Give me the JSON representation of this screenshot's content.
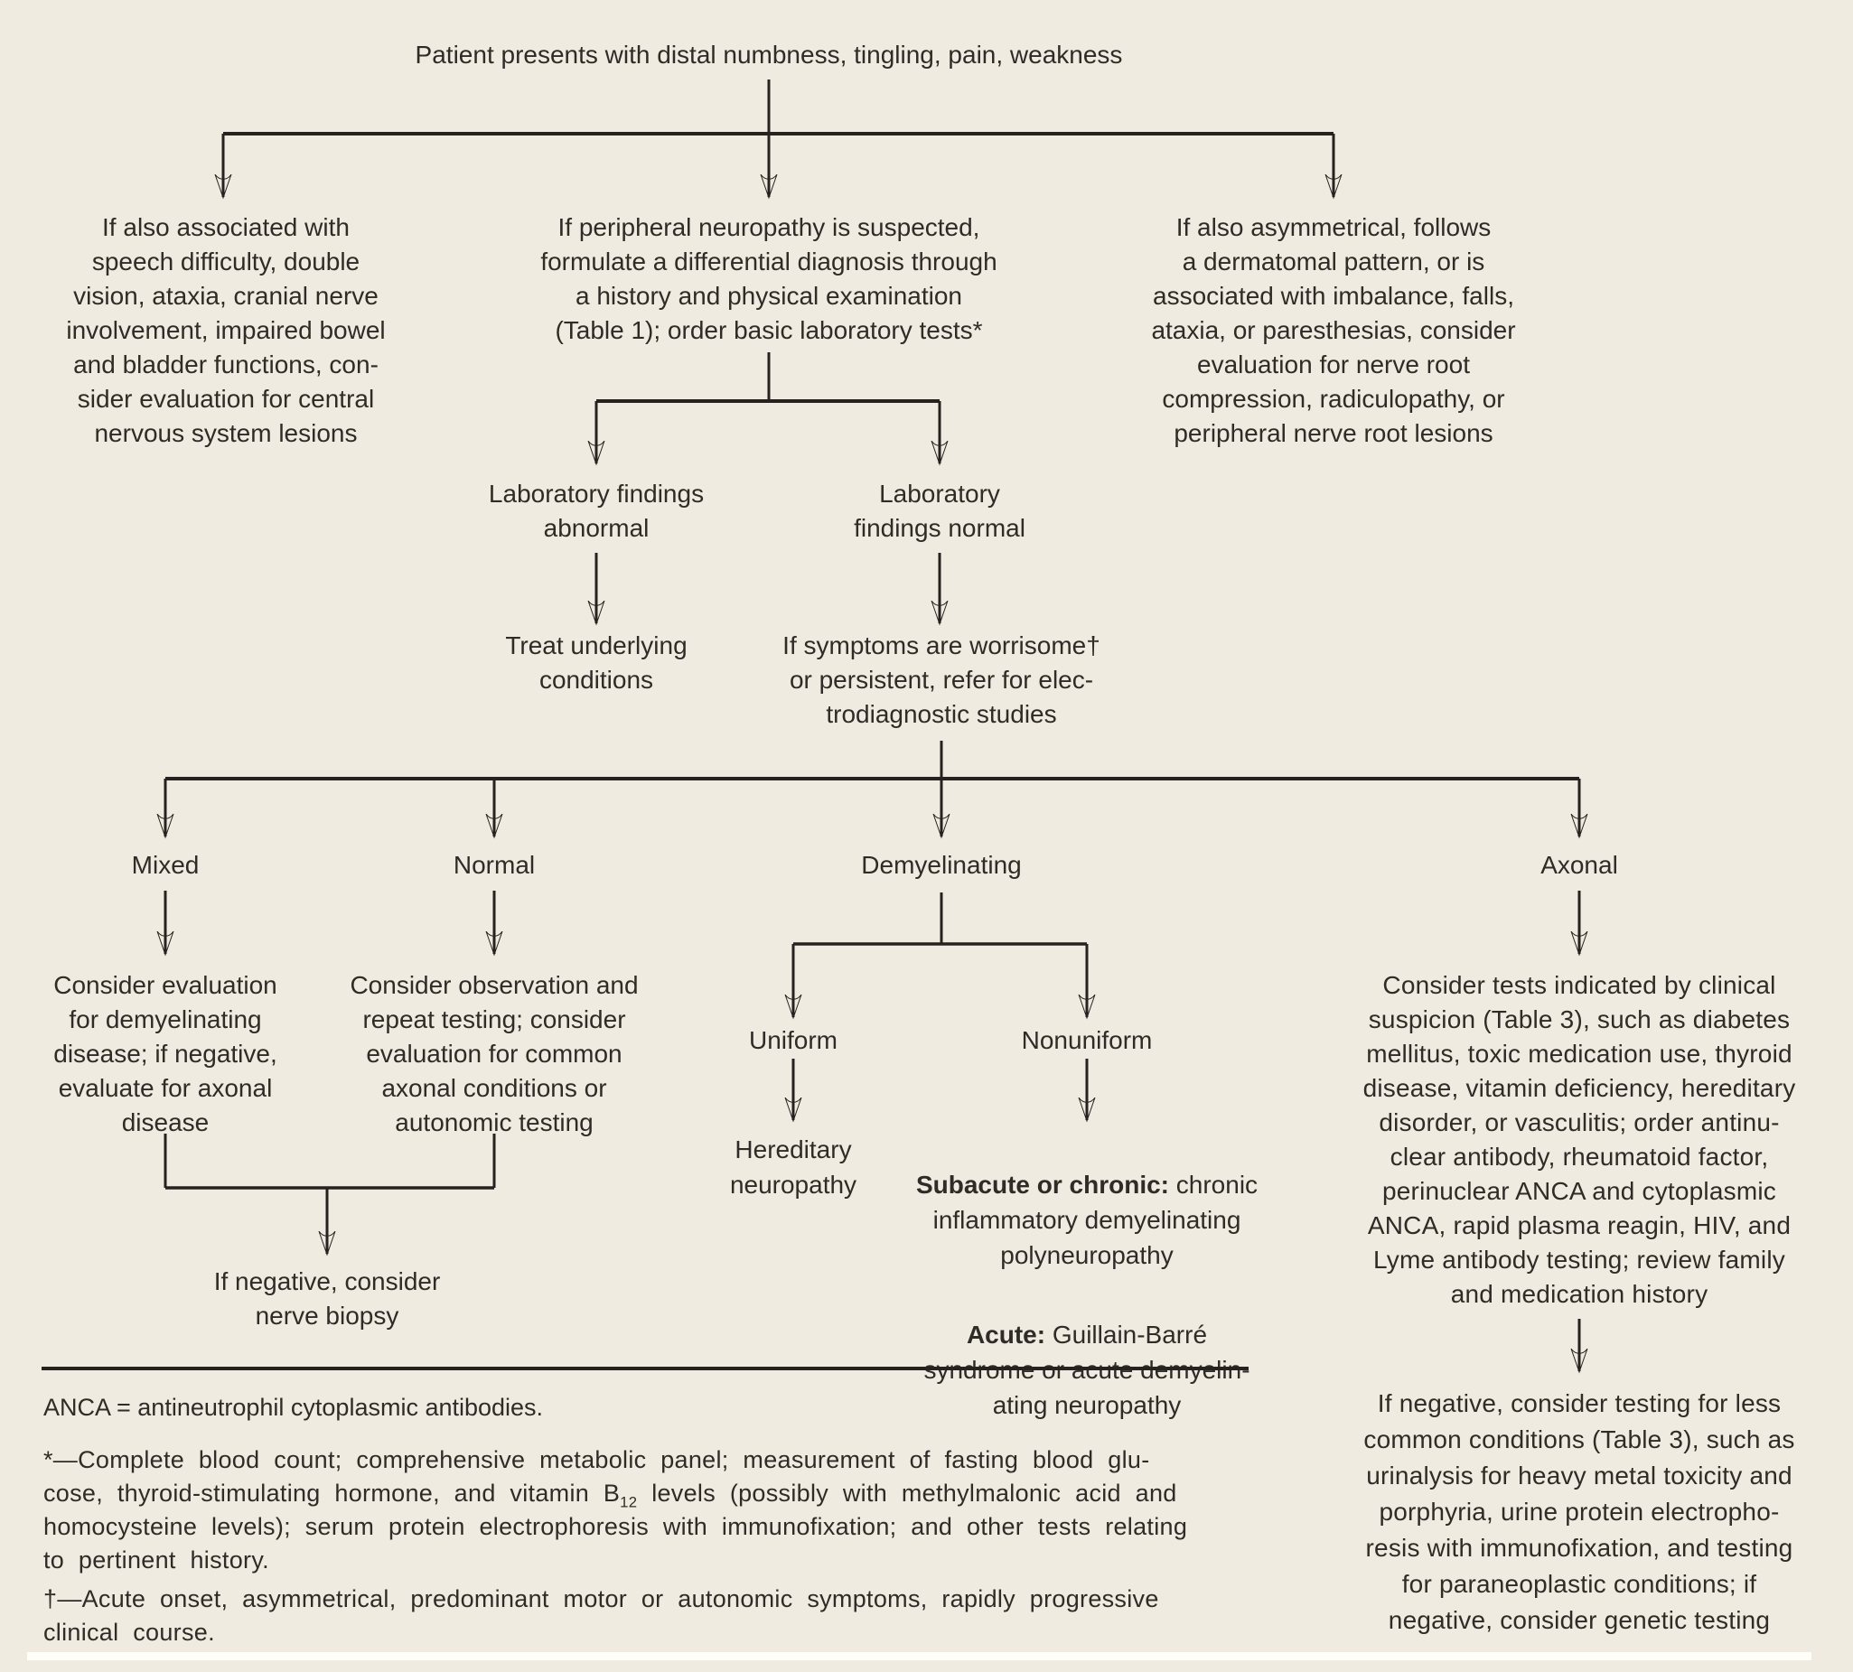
{
  "colors": {
    "background": "#f0ebe0",
    "text": "#2f2b26",
    "line": "#262220",
    "bottom_band": "#fffef8"
  },
  "flowchart": {
    "root": "Patient presents with distal numbness, tingling, pain, weakness",
    "cns": "If also associated with\nspeech difficulty, double\nvision, ataxia, cranial nerve\ninvolvement, impaired bowel\nand bladder functions, con-\nsider evaluation for central\nnervous system lesions",
    "peripheral": "If peripheral neuropathy is suspected,\nformulate a differential diagnosis through\na history and physical examination\n(Table 1); order basic laboratory tests*",
    "nerve_root": "If also asymmetrical, follows\na dermatomal pattern, or is\nassociated with imbalance, falls,\nataxia, or paresthesias, consider\nevaluation for nerve root\ncompression, radiculopathy, or\nperipheral nerve root lesions",
    "lab_abnormal": "Laboratory findings\nabnormal",
    "lab_normal": "Laboratory\nfindings normal",
    "treat": "Treat underlying\nconditions",
    "worrisome": "If symptoms are worrisome†\nor persistent, refer for elec-\ntrodiagnostic studies",
    "mixed": "Mixed",
    "normal": "Normal",
    "demyelinating": "Demyelinating",
    "axonal": "Axonal",
    "mixed_action": "Consider evaluation\nfor demyelinating\ndisease; if negative,\nevaluate for axonal\ndisease",
    "normal_action": "Consider observation and\nrepeat testing; consider\nevaluation for common\naxonal conditions or\nautonomic testing",
    "uniform": "Uniform",
    "nonuniform": "Nonuniform",
    "hereditary": "Hereditary\nneuropathy",
    "subacute_lead": "Subacute or chronic:",
    "subacute_text": " chronic\ninflammatory demyelinating\npolyneuropathy",
    "acute_lead": "Acute:",
    "acute_text": " Guillain-Barré\nsyndrome or acute demyelin-\nating neuropathy",
    "biopsy": "If negative, consider\nnerve biopsy",
    "axonal_tests": "Consider tests indicated by clinical\nsuspicion (Table 3), such as diabetes\nmellitus, toxic medication use, thyroid\ndisease, vitamin deficiency, hereditary\ndisorder, or vasculitis; order antinu-\nclear antibody, rheumatoid factor,\nperinuclear ANCA and cytoplasmic\nANCA, rapid plasma reagin, HIV, and\nLyme antibody testing; review family\nand medication history",
    "axonal_negative": "If negative, consider testing for less\ncommon conditions (Table 3), such as\nurinalysis for heavy metal toxicity and\nporphyria, urine protein electropho-\nresis with immunofixation, and testing\nfor paraneoplastic conditions; if\nnegative, consider genetic testing"
  },
  "footnotes": {
    "anca": "ANCA = antineutrophil cytoplasmic antibodies.",
    "star_before_sub": "*—Complete blood count; comprehensive metabolic panel; measurement of fasting blood glu-\ncose, thyroid-stimulating hormone, and vitamin B",
    "star_sub": "12",
    "star_after_sub": " levels (possibly with methylmalonic acid and\nhomocysteine levels); serum protein electrophoresis with immunofixation; and other tests relating\nto pertinent history.",
    "dagger": "†—Acute onset, asymmetrical, predominant motor or autonomic symptoms, rapidly progressive\nclinical course."
  }
}
